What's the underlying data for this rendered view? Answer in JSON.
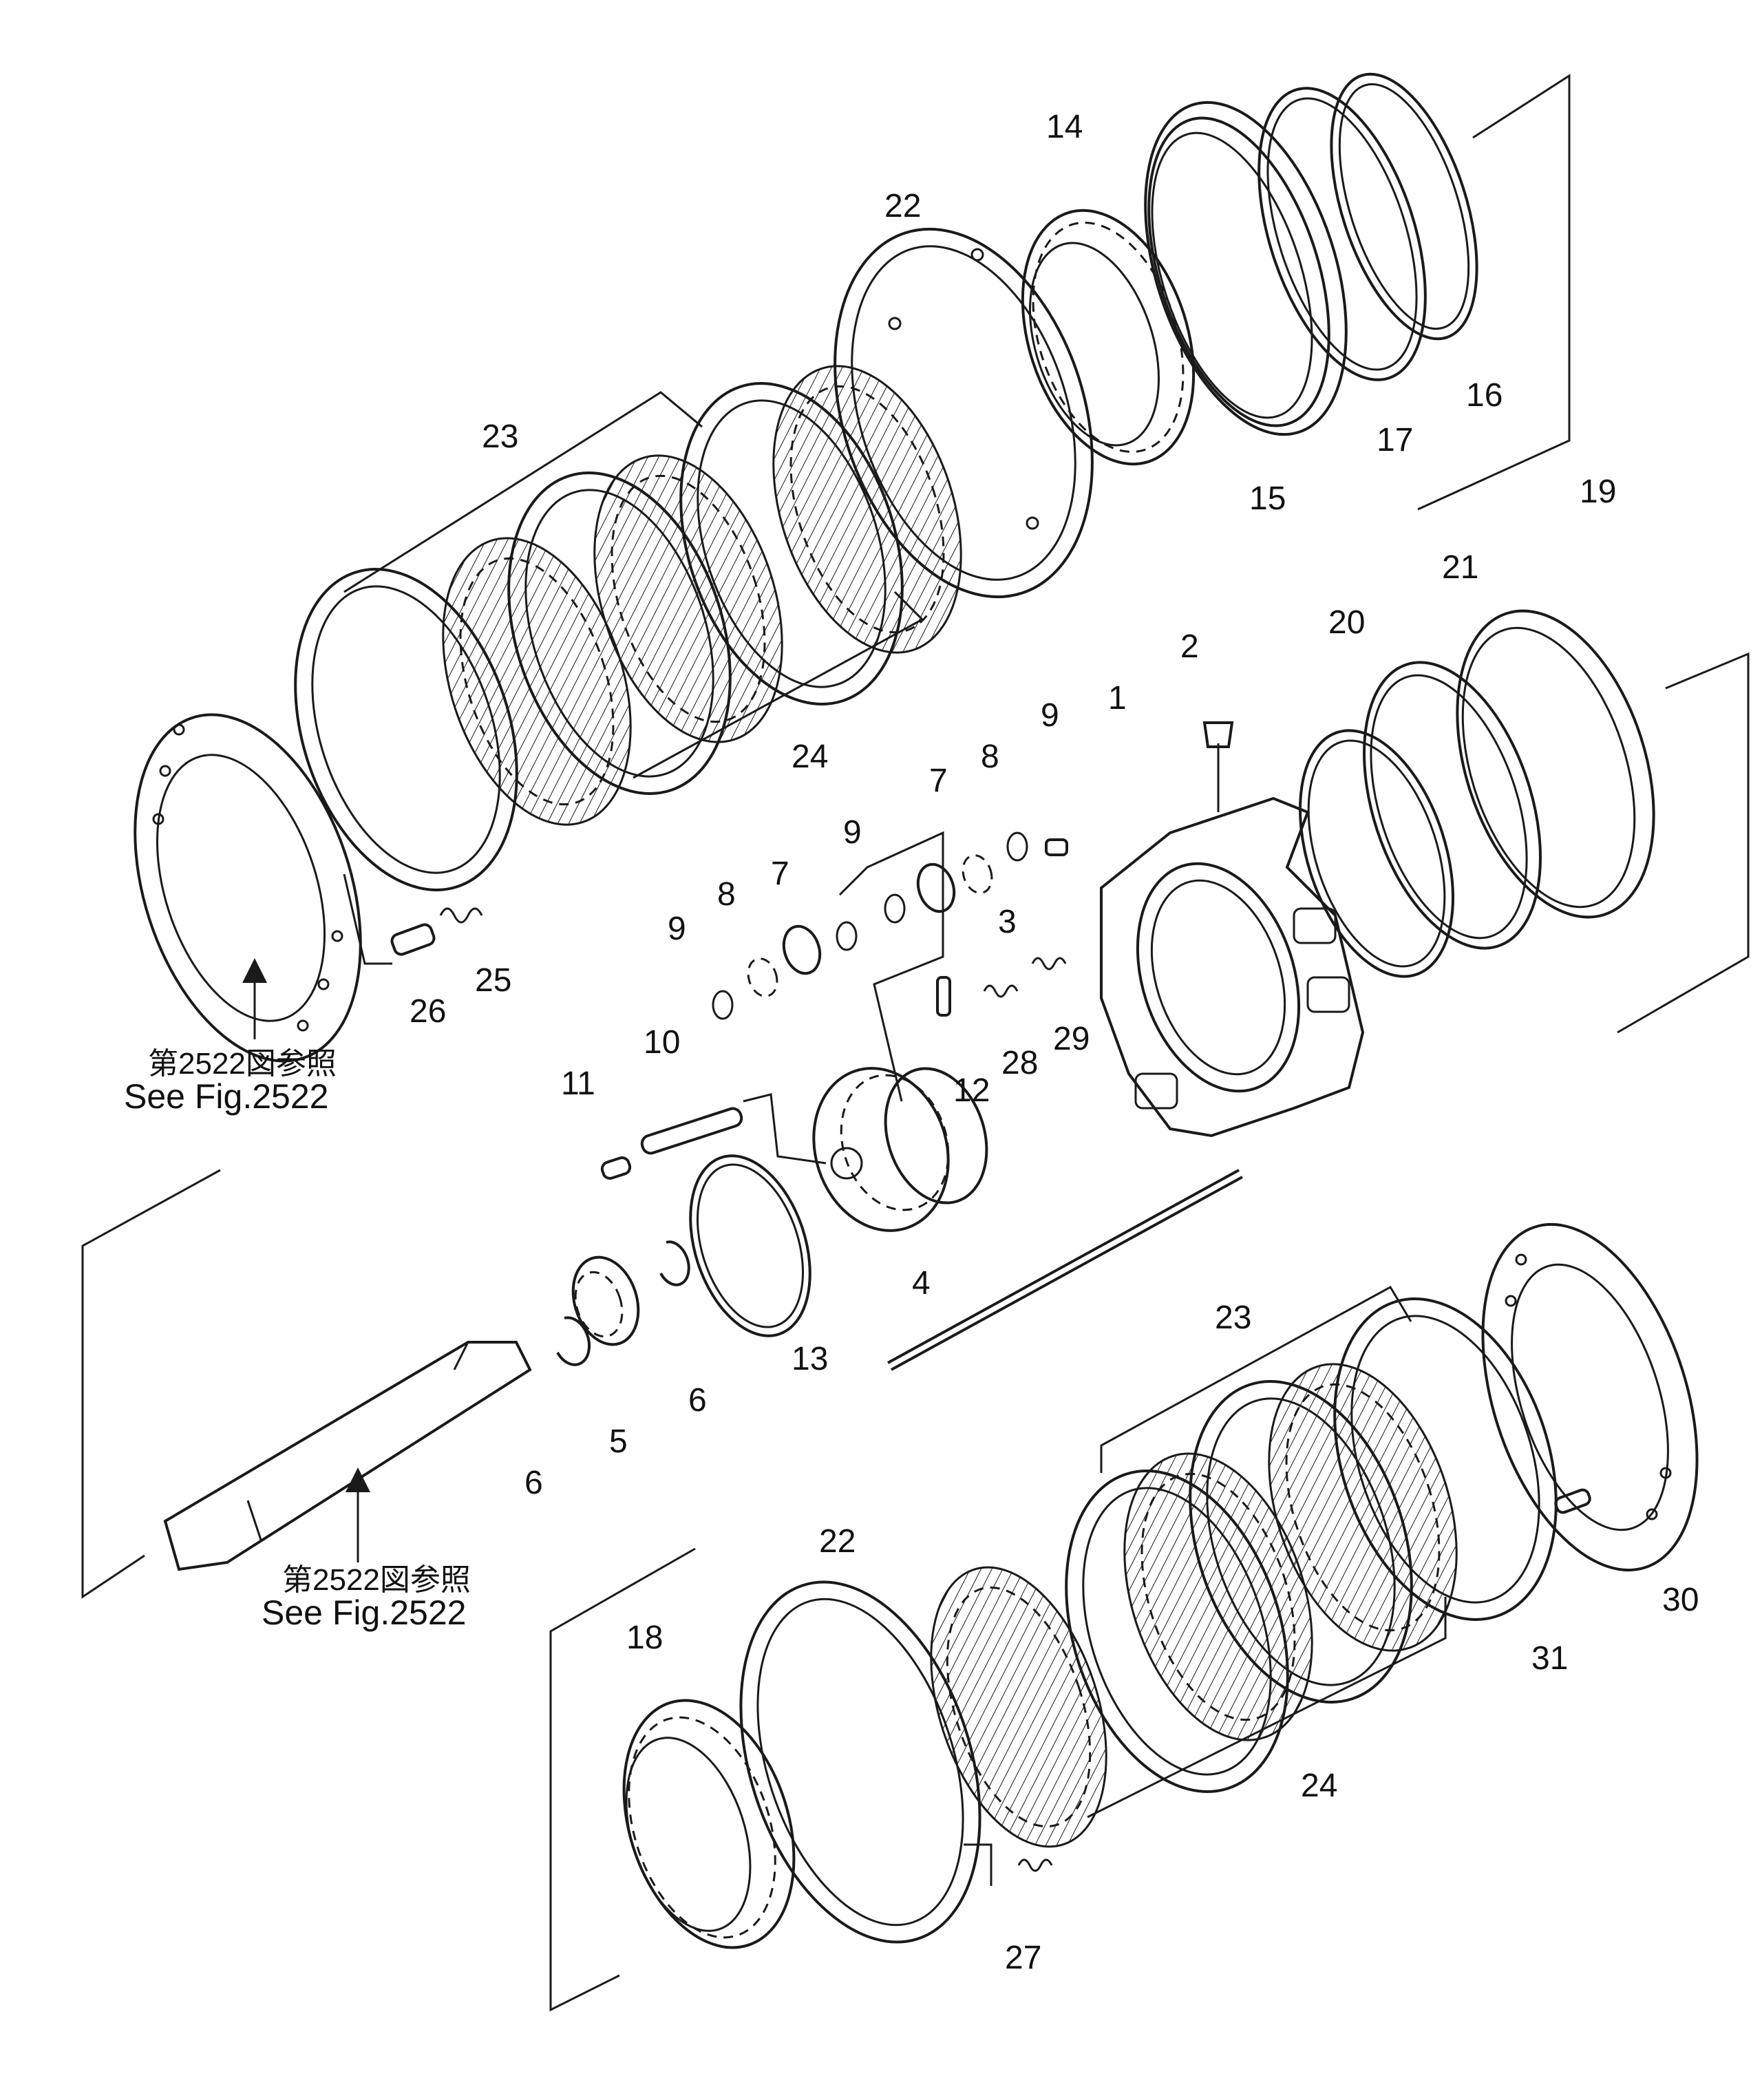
{
  "diagram": {
    "part_labels": [
      "1",
      "2",
      "3",
      "4",
      "5",
      "6",
      "6",
      "7",
      "7",
      "8",
      "8",
      "9",
      "9",
      "9",
      "10",
      "11",
      "12",
      "13",
      "14",
      "15",
      "16",
      "17",
      "18",
      "19",
      "20",
      "21",
      "22",
      "22",
      "23",
      "23",
      "24",
      "24",
      "25",
      "26",
      "27",
      "28",
      "29",
      "30",
      "31"
    ],
    "references": [
      {
        "jp": "第2522図参照",
        "en": "See Fig.2522"
      },
      {
        "jp": "第2522図参照",
        "en": "See Fig.2522"
      }
    ]
  }
}
